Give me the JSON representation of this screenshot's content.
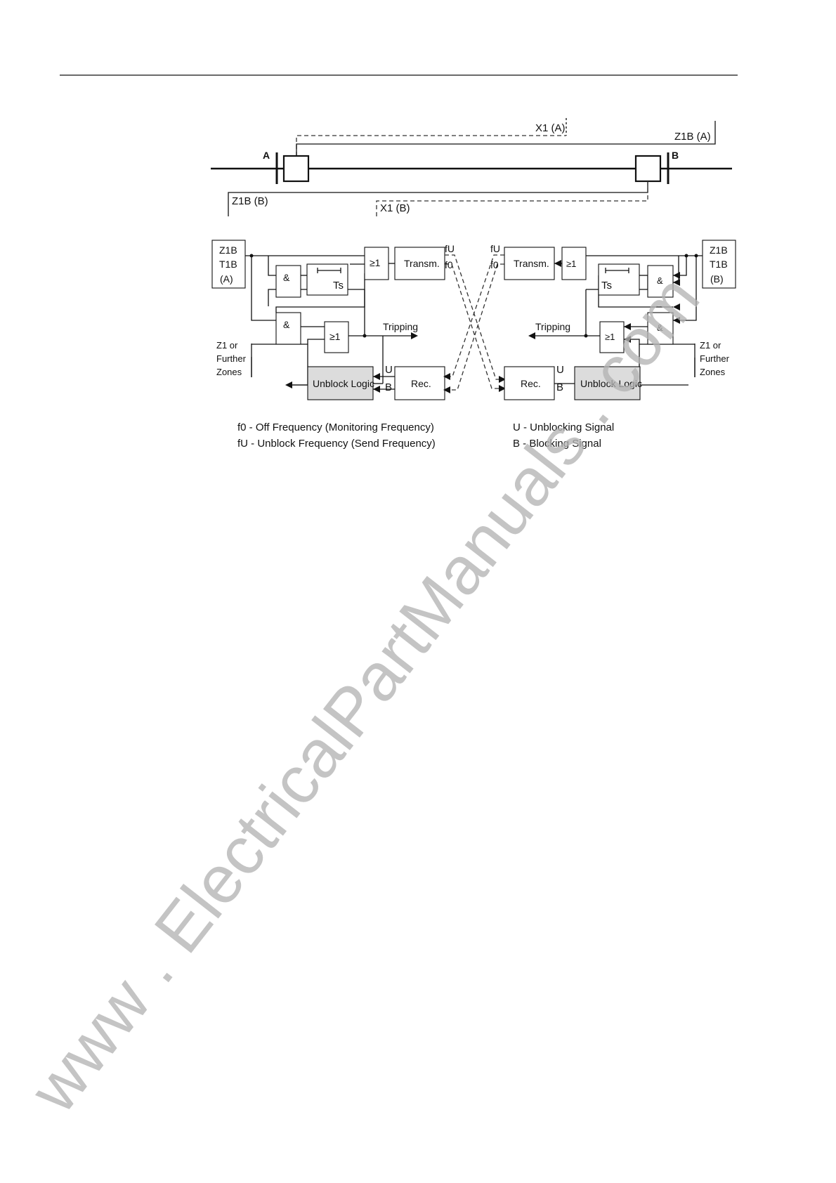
{
  "line_diagram": {
    "station_a": "A",
    "station_b": "B",
    "x1_a": "X1 (A)",
    "z1b_a": "Z1B (A)",
    "z1b_b": "Z1B (B)",
    "x1_b": "X1 (B)"
  },
  "left_logic": {
    "input_line1": "Z1B",
    "input_line2": "T1B",
    "input_line3": "(A)",
    "and_gate_top": "&",
    "and_gate_bottom": "&",
    "timer_label": "Ts",
    "or_gate_top": "≥1",
    "or_gate_bottom": "≥1",
    "transmitter": "Transm.",
    "freq_unblock": "fU",
    "freq_off": "f0",
    "tripping": "Tripping",
    "zones_line1": "Z1 or",
    "zones_line2": "Further",
    "zones_line3": "Zones",
    "unblock_logic": "Unblock Logic",
    "receiver": "Rec.",
    "signal_u": "U",
    "signal_b": "B"
  },
  "right_logic": {
    "input_line1": "Z1B",
    "input_line2": "T1B",
    "input_line3": "(B)",
    "and_gate_top": "&",
    "and_gate_bottom": "&",
    "timer_label": "Ts",
    "or_gate_top": "≥1",
    "or_gate_bottom": "≥1",
    "transmitter": "Transm.",
    "freq_unblock": "fU",
    "freq_off": "f0",
    "tripping": "Tripping",
    "zones_line1": "Z1 or",
    "zones_line2": "Further",
    "zones_line3": "Zones",
    "unblock_logic": "Unblock Logic",
    "receiver": "Rec.",
    "signal_u": "U",
    "signal_b": "B"
  },
  "legend": {
    "f0": "f0 - Off Frequency (Monitoring Frequency)",
    "fu": "fU - Unblock Frequency (Send Frequency)",
    "u": "U - Unblocking Signal",
    "b": "B - Blocking Signal"
  },
  "watermark": {
    "text": "www . ElectricalPartManuals . com",
    "color": "#b4b4b4"
  }
}
